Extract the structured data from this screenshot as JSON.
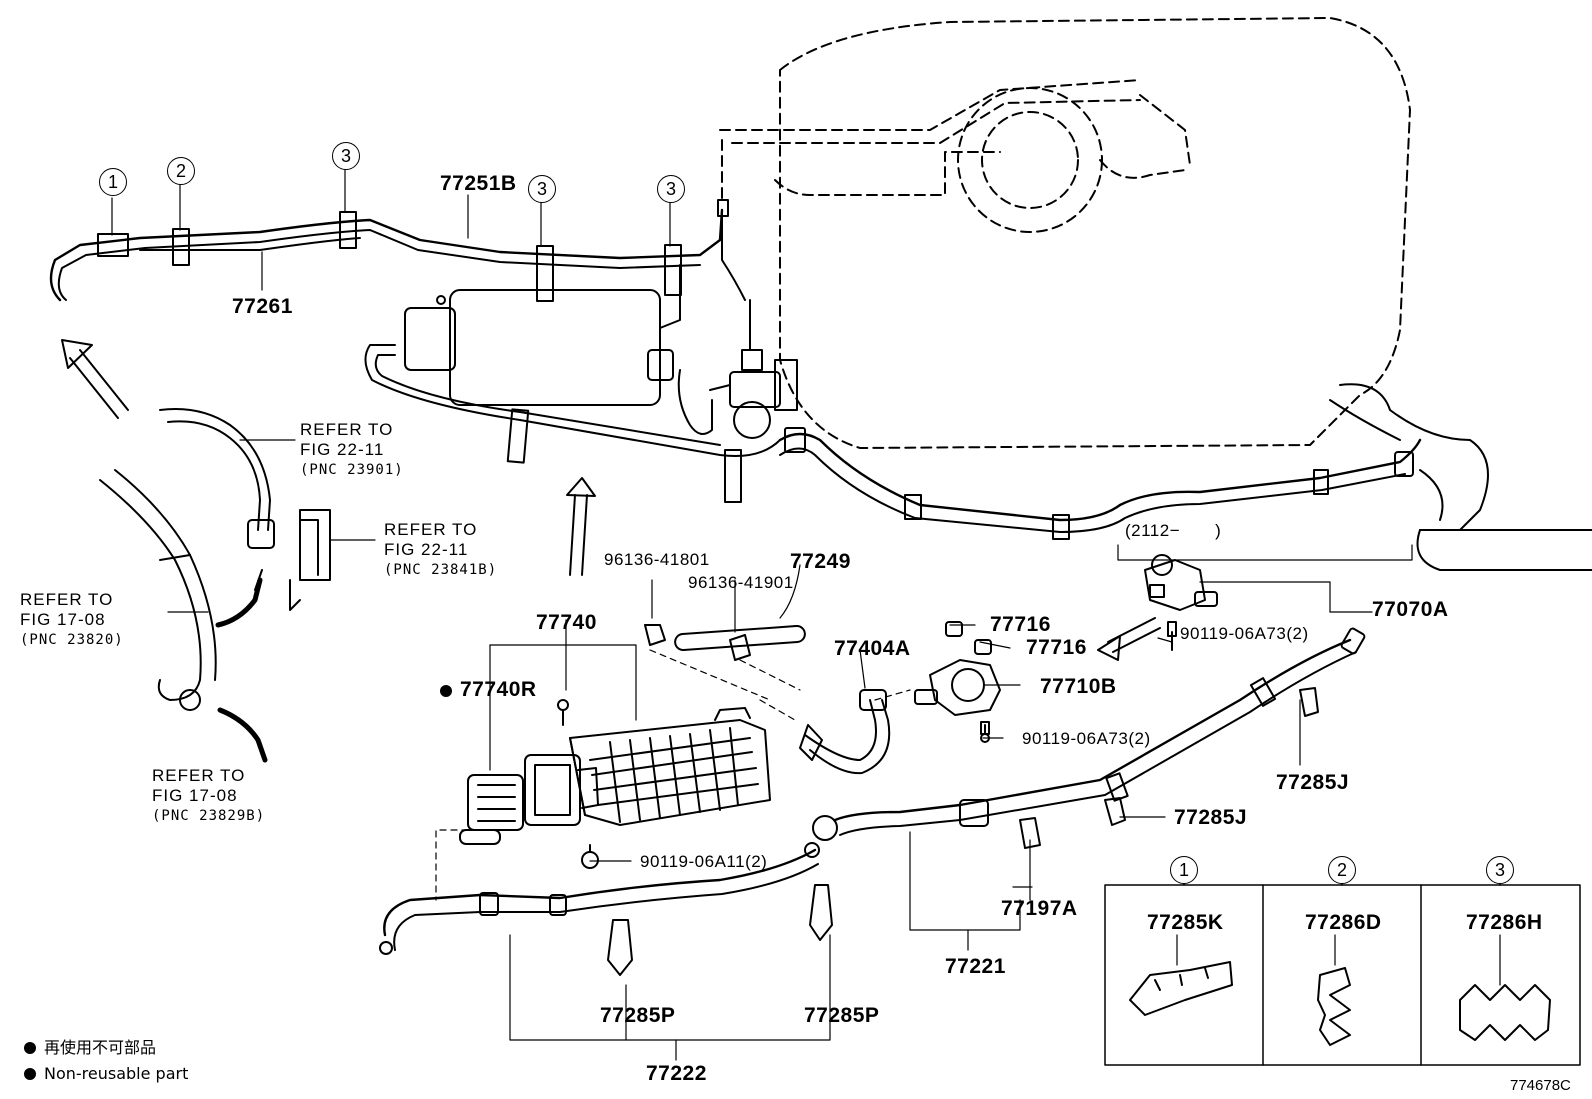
{
  "labels": {
    "p77251B": "77251B",
    "p77261": "77261",
    "p96136_41801": "96136-41801",
    "p77249": "77249",
    "p96136_41901": "96136-41901",
    "p77740": "77740",
    "p77740R": "77740R",
    "p77404A": "77404A",
    "p77716a": "77716",
    "p77716b": "77716",
    "p77710B": "77710B",
    "p90119_06A73_upper": "90119-06A73(2)",
    "p90119_06A73_lower": "90119-06A73(2)",
    "p77070A": "77070A",
    "p2112": "(2112−　　)",
    "p77285J_a": "77285J",
    "p77285J_b": "77285J",
    "p90119_06A11": "90119-06A11(2)",
    "p77197A": "77197A",
    "p77221": "77221",
    "p77285P_a": "77285P",
    "p77285P_b": "77285P",
    "p77222": "77222"
  },
  "refs": {
    "fig22_11_a": {
      "line1": "REFER TO",
      "line2": "FIG 22-11",
      "pnc": "(PNC 23901)"
    },
    "fig22_11_b": {
      "line1": "REFER TO",
      "line2": "FIG 22-11",
      "pnc": "(PNC 23841B)"
    },
    "fig17_08_a": {
      "line1": "REFER TO",
      "line2": "FIG 17-08",
      "pnc": "(PNC 23820)"
    },
    "fig17_08_b": {
      "line1": "REFER TO",
      "line2": "FIG 17-08",
      "pnc": "(PNC 23829B)"
    }
  },
  "callouts": {
    "c1": "1",
    "c2": "2",
    "c3a": "3",
    "c3b": "3",
    "c3c": "3"
  },
  "clip_table": {
    "col1": {
      "num": "1",
      "part": "77285K"
    },
    "col2": {
      "num": "2",
      "part": "77286D"
    },
    "col3": {
      "num": "3",
      "part": "77286H"
    }
  },
  "legend": {
    "jp": "再使用不可部品",
    "en": "Non-reusable part"
  },
  "figure_id": "774678C"
}
